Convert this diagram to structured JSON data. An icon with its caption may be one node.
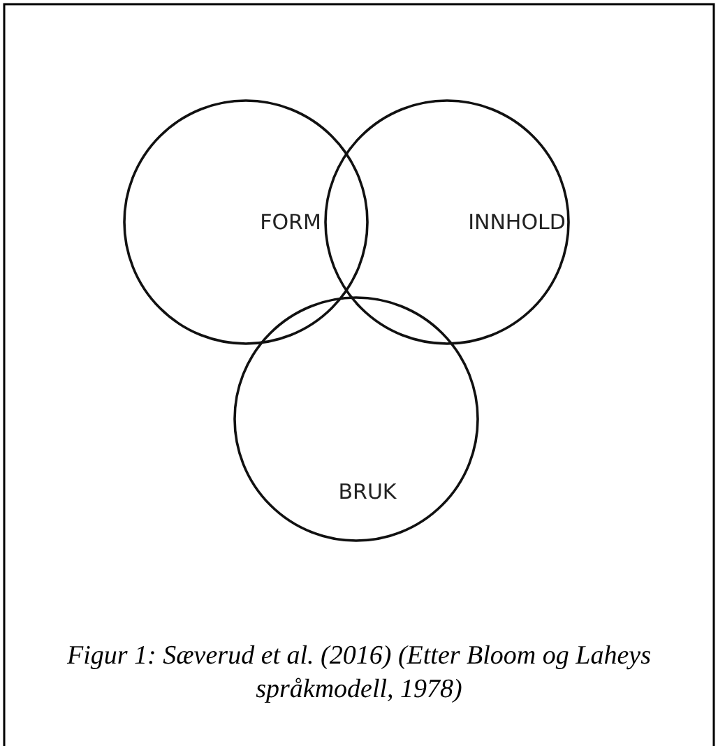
{
  "diagram": {
    "caption": "Figur 1: Sæverud et al. (2016) (Etter Bloom og Laheys språkmodell, 1978)",
    "nodes": [
      {
        "text": [
          "FORM"
        ]
      },
      {
        "text": [
          "INNHOLD"
        ]
      },
      {
        "text": [
          "BRUK"
        ]
      }
    ]
  }
}
